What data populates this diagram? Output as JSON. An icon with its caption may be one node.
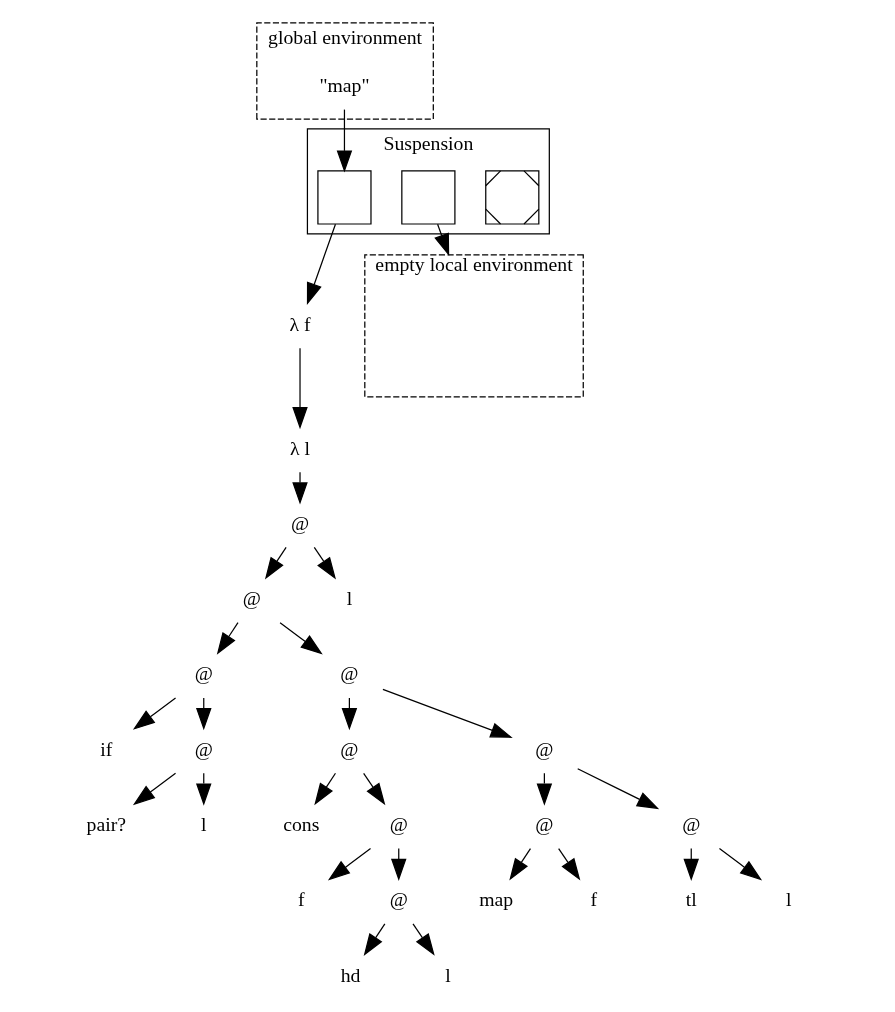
{
  "diagram": {
    "nodes": [
      {
        "text": [
          "global environment"
        ]
      },
      {
        "text": [
          "\"map\""
        ],
        "in": 0
      },
      {
        "text": [
          "Suspension"
        ]
      },
      {
        "text": [],
        "shape": "box",
        "in": 2
      },
      {
        "text": [],
        "shape": "box",
        "in": 2
      },
      {
        "text": [],
        "shape": "box",
        "in": 2
      },
      {
        "text": [
          "empty local environment"
        ]
      },
      {
        "text": [
          "λ f"
        ]
      },
      {
        "text": [
          "λ l"
        ]
      },
      {
        "text": [
          "@"
        ]
      },
      {
        "text": [
          "@"
        ]
      },
      {
        "text": [
          "l"
        ]
      },
      {
        "text": [
          "@"
        ]
      },
      {
        "text": [
          "@"
        ]
      },
      {
        "text": [
          "if"
        ]
      },
      {
        "text": [
          "@"
        ]
      },
      {
        "text": [
          "pair?"
        ]
      },
      {
        "text": [
          "l"
        ]
      },
      {
        "text": [
          "@"
        ]
      },
      {
        "text": [
          "@"
        ]
      },
      {
        "text": [
          "@"
        ]
      },
      {
        "text": [
          "@"
        ]
      },
      {
        "text": [
          "map"
        ]
      },
      {
        "text": [
          "f"
        ]
      },
      {
        "text": [
          "tl"
        ]
      },
      {
        "text": [
          "l"
        ]
      },
      {
        "text": [
          "cons"
        ]
      },
      {
        "text": [
          "@"
        ]
      },
      {
        "text": [
          "f"
        ]
      },
      {
        "text": [
          "@"
        ]
      },
      {
        "text": [
          "hd"
        ]
      },
      {
        "text": [
          "l"
        ]
      }
    ],
    "edges": [
      {
        "from": 1,
        "to": 3,
        "arrow": "to"
      },
      {
        "from": 3,
        "to": 7,
        "arrow": "to"
      },
      {
        "from": 4,
        "to": 6,
        "arrow": "to"
      },
      {
        "from": 7,
        "to": 8,
        "arrow": "to"
      },
      {
        "from": 8,
        "to": 9,
        "arrow": "to"
      },
      {
        "from": 9,
        "to": 10,
        "arrow": "to"
      },
      {
        "from": 9,
        "to": 11,
        "arrow": "to"
      },
      {
        "from": 10,
        "to": 12,
        "arrow": "to"
      },
      {
        "from": 10,
        "to": 13,
        "arrow": "to"
      },
      {
        "from": 12,
        "to": 14,
        "arrow": "to"
      },
      {
        "from": 12,
        "to": 15,
        "arrow": "to"
      },
      {
        "from": 15,
        "to": 16,
        "arrow": "to"
      },
      {
        "from": 15,
        "to": 17,
        "arrow": "to"
      },
      {
        "from": 13,
        "to": 18,
        "arrow": "to"
      },
      {
        "from": 13,
        "to": 19,
        "arrow": "to"
      },
      {
        "from": 19,
        "to": 20,
        "arrow": "to"
      },
      {
        "from": 19,
        "to": 21,
        "arrow": "to"
      },
      {
        "from": 20,
        "to": 22,
        "arrow": "to"
      },
      {
        "from": 20,
        "to": 23,
        "arrow": "to"
      },
      {
        "from": 21,
        "to": 24,
        "arrow": "to"
      },
      {
        "from": 21,
        "to": 25,
        "arrow": "to"
      },
      {
        "from": 18,
        "to": 26,
        "arrow": "to"
      },
      {
        "from": 18,
        "to": 27,
        "arrow": "to"
      },
      {
        "from": 27,
        "to": 28,
        "arrow": "to"
      },
      {
        "from": 27,
        "to": 29,
        "arrow": "to"
      },
      {
        "from": 29,
        "to": 30,
        "arrow": "to"
      },
      {
        "from": 29,
        "to": 31,
        "arrow": "to"
      }
    ]
  }
}
